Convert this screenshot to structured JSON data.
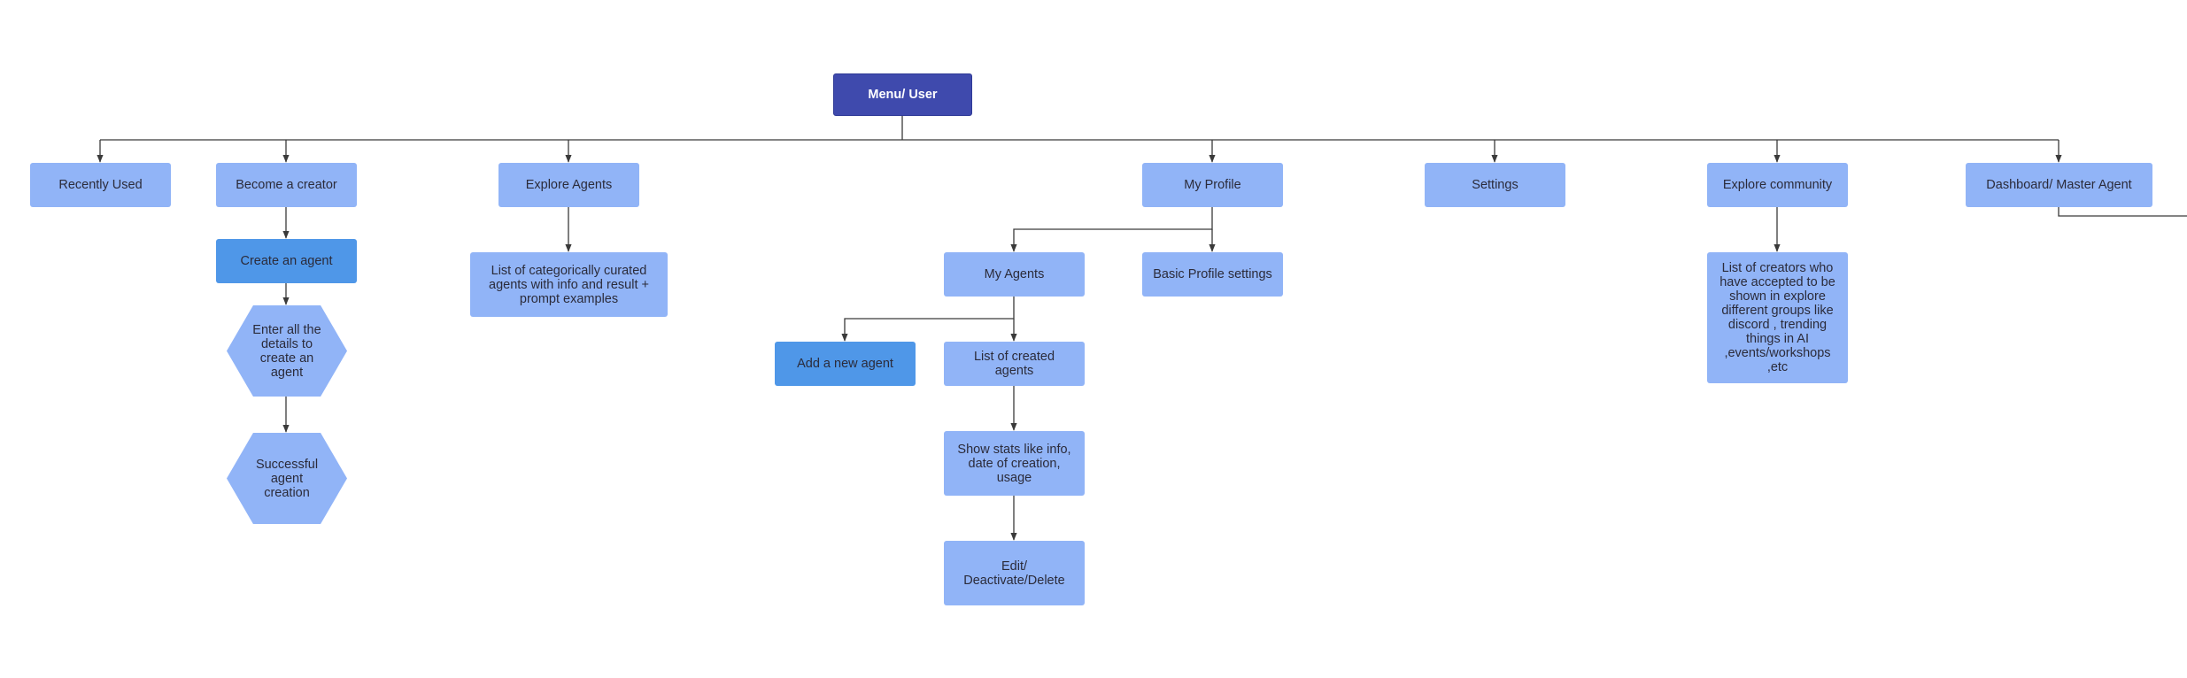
{
  "colors": {
    "root": "#3f4aad",
    "primary": "#91b4f7",
    "accent": "#4f97e8",
    "line": "#3a3a3a"
  },
  "nodes": {
    "root": "Menu/ User",
    "recently_used": "Recently Used",
    "become_creator": "Become a creator",
    "create_agent": "Create an agent",
    "enter_details": "Enter all the details to create an agent",
    "successful_creation": "Successful agent creation",
    "explore_agents": "Explore Agents",
    "curated_list": "List of categorically curated agents with info and result + prompt examples",
    "my_profile": "My Profile",
    "my_agents": "My Agents",
    "basic_profile": "Basic Profile settings",
    "add_agent": "Add a new agent",
    "created_agents": "List of created agents",
    "show_stats": "Show stats like info, date of creation, usage",
    "edit_deactivate": "Edit/ Deactivate/Delete",
    "settings": "Settings",
    "explore_community": "Explore community",
    "creators_list": "List of creators who have accepted to be shown in explore different groups like discord , trending things in AI ,events/workshops ,etc",
    "dashboard": "Dashboard/ Master Agent"
  }
}
